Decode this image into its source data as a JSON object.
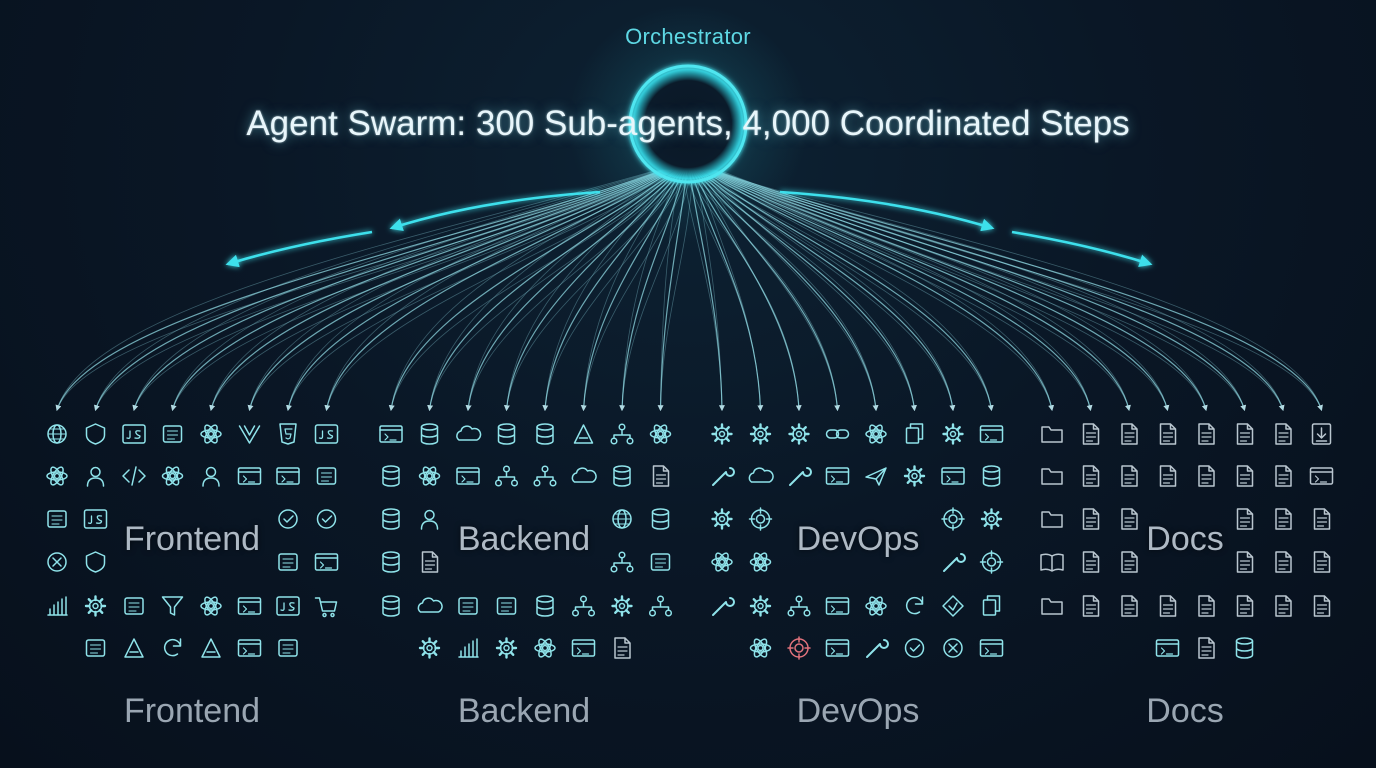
{
  "diagram": {
    "orchestrator_label": "Orchestrator",
    "title": "Agent Swarm: 300 Sub-agents, 4,000 Coordinated Steps",
    "colors": {
      "accent": "#3ee0ec",
      "line": "#8fd8e2",
      "icon": "#8fe3ea",
      "icon_alt": "#b9c6cf",
      "label": "#9aa6b2",
      "highlight_red": "#e0727c"
    },
    "groups": [
      {
        "name": "Frontend",
        "inline_label": "Frontend",
        "icons": [
          [
            "globe-icon",
            "vue-shield-icon",
            "js-badge-icon",
            "crop-icon",
            "react-atom-icon",
            "vue-icon",
            "html5-icon",
            "js-badge-icon"
          ],
          [
            "react-icon",
            "robot-icon",
            "code-icon",
            "flower-icon",
            "user-icon",
            "monitor-icon",
            "terminal-icon",
            "cube-icon"
          ],
          [
            "cap-icon",
            "json-icon",
            "",
            "",
            "",
            "",
            "search-check-icon",
            "checklist-icon"
          ],
          [
            "close-circle-icon",
            "shield-icon",
            "",
            "",
            "",
            "",
            "chip-icon",
            "code-window-icon"
          ],
          [
            "antenna-icon",
            "gear-icon",
            "device-icon",
            "filter-icon",
            "hand-icon",
            "code-window-icon",
            "js-badge-icon",
            "cart-icon"
          ],
          [
            "",
            "laptop-icon",
            "plant-icon",
            "swirl-icon",
            "mountain-icon",
            "terminal-icon",
            "wifi-icon",
            ""
          ]
        ]
      },
      {
        "name": "Backend",
        "inline_label": "Backend",
        "icons": [
          [
            "server-window-icon",
            "database-icon",
            "cloud-icon",
            "database-icon",
            "database-icon",
            "rocket-icon",
            "node-tree-icon",
            "map-icon"
          ],
          [
            "database-icon",
            "lambda-icon",
            "browser-icon",
            "network-icon",
            "tree-icon",
            "cloud-icon",
            "database-gear-icon",
            "document-shield-icon"
          ],
          [
            "database-icon",
            "user-icon",
            "",
            "",
            "",
            "",
            "globe-icon",
            "database-icon"
          ],
          [
            "database-icon",
            "document-icon",
            "",
            "",
            "",
            "",
            "network-icon",
            "phone-icon"
          ],
          [
            "database-icon",
            "cloud-storm-icon",
            "printer-icon",
            "calendar-icon",
            "database-icon",
            "tree-icon",
            "gear-link-icon",
            "share-icon"
          ],
          [
            "",
            "gear-icon",
            "chart-bar-icon",
            "gear-icon",
            "bug-icon",
            "code-window-icon",
            "doc-list-icon",
            ""
          ]
        ]
      },
      {
        "name": "DevOps",
        "inline_label": "DevOps",
        "icons": [
          [
            "gear-icon",
            "gear-icon",
            "gear-icon",
            "link-icon",
            "tag-icon",
            "clipboard-icon",
            "gear-solid-icon",
            "terminal-icon"
          ],
          [
            "tools-icon",
            "cloud-icon",
            "wrench-circle-icon",
            "terminal-icon",
            "send-icon",
            "gear-icon",
            "pulse-window-icon",
            "database-icon"
          ],
          [
            "gear-icon",
            "compass-icon",
            "",
            "",
            "",
            "",
            "target-icon",
            "circle-gear-icon"
          ],
          [
            "brain-icon",
            "plus-circle-icon",
            "",
            "",
            "",
            "",
            "pencil-icon",
            "radar-icon"
          ],
          [
            "wrench-icon",
            "gear-cog-icon",
            "org-icon",
            "terminal-icon",
            "dollar-icon",
            "refresh-icon",
            "diamond-icon",
            "copy-icon"
          ],
          [
            "",
            "monitor-alert-icon",
            "target-red-icon",
            "browser-icon",
            "wrench-icon",
            "check-circle-icon",
            "x-circle-icon",
            "edit-window-icon"
          ]
        ]
      },
      {
        "name": "Docs",
        "inline_label": "Docs",
        "icons": [
          [
            "folder-icon",
            "doc-text-icon",
            "doc-code-icon",
            "doc-braces-icon",
            "doc-code-icon",
            "doc-lines-icon",
            "doc-lines-icon",
            "download-icon"
          ],
          [
            "folder-icon",
            "doc-text-icon",
            "doc-script-icon",
            "doc-sot-icon",
            "doc-lines-icon",
            "doc-uwy-icon",
            "doc-lines-icon",
            "list-window-icon"
          ],
          [
            "folder-icon",
            "doc-terminal-icon",
            "doc-lines-icon",
            "",
            "",
            "doc-lines-icon",
            "doc-lines-icon",
            "doc-edit-icon"
          ],
          [
            "book-icon",
            "doc-e-icon",
            "doc-l3-icon",
            "",
            "",
            "doc-lines-icon",
            "doc-lines-icon",
            "doc-clock-icon"
          ],
          [
            "folder-icon",
            "doc-z-icon",
            "doc-lines-icon",
            "doc-lines-icon",
            "doc-percent-icon",
            "scroll-icon",
            "doc-braces-icon",
            "doc-list-icon"
          ],
          [
            "",
            "",
            "",
            "shtc-window-icon",
            "doc-badge-icon",
            "database-icon",
            "",
            ""
          ]
        ]
      }
    ]
  }
}
